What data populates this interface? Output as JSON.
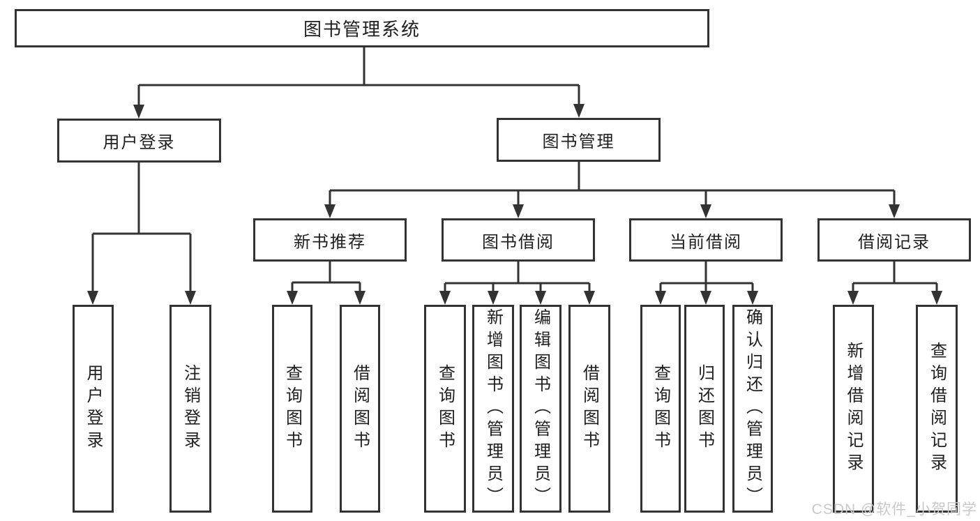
{
  "diagram": {
    "root": {
      "label": "图书管理系统"
    },
    "level2": [
      {
        "label": "用户登录"
      },
      {
        "label": "图书管理"
      }
    ],
    "level3": [
      {
        "label": "新书推荐",
        "parent": "图书管理"
      },
      {
        "label": "图书借阅",
        "parent": "图书管理"
      },
      {
        "label": "当前借阅",
        "parent": "图书管理"
      },
      {
        "label": "借阅记录",
        "parent": "图书管理"
      }
    ],
    "leaves": [
      {
        "label": "用户登录",
        "parent": "用户登录"
      },
      {
        "label": "注销登录",
        "parent": "用户登录"
      },
      {
        "label": "查询图书",
        "parent": "新书推荐"
      },
      {
        "label": "借阅图书",
        "parent": "新书推荐"
      },
      {
        "label": "查询图书",
        "parent": "图书借阅"
      },
      {
        "label": "新增图书（管理员）",
        "parent": "图书借阅"
      },
      {
        "label": "编辑图书（管理员）",
        "parent": "图书借阅"
      },
      {
        "label": "借阅图书",
        "parent": "图书借阅"
      },
      {
        "label": "查询图书",
        "parent": "当前借阅"
      },
      {
        "label": "归还图书",
        "parent": "当前借阅"
      },
      {
        "label": "确认归还（管理员）",
        "parent": "当前借阅"
      },
      {
        "label": "新增借阅记录",
        "parent": "借阅记录"
      },
      {
        "label": "查询借阅记录",
        "parent": "借阅记录"
      }
    ],
    "colors": {
      "line": "#333333",
      "border": "#333333",
      "text": "#1f1f1f",
      "background": "#ffffff"
    }
  },
  "watermark": {
    "text": "CSDN @软件_小贺同学",
    "color": "#c9c9c9"
  }
}
